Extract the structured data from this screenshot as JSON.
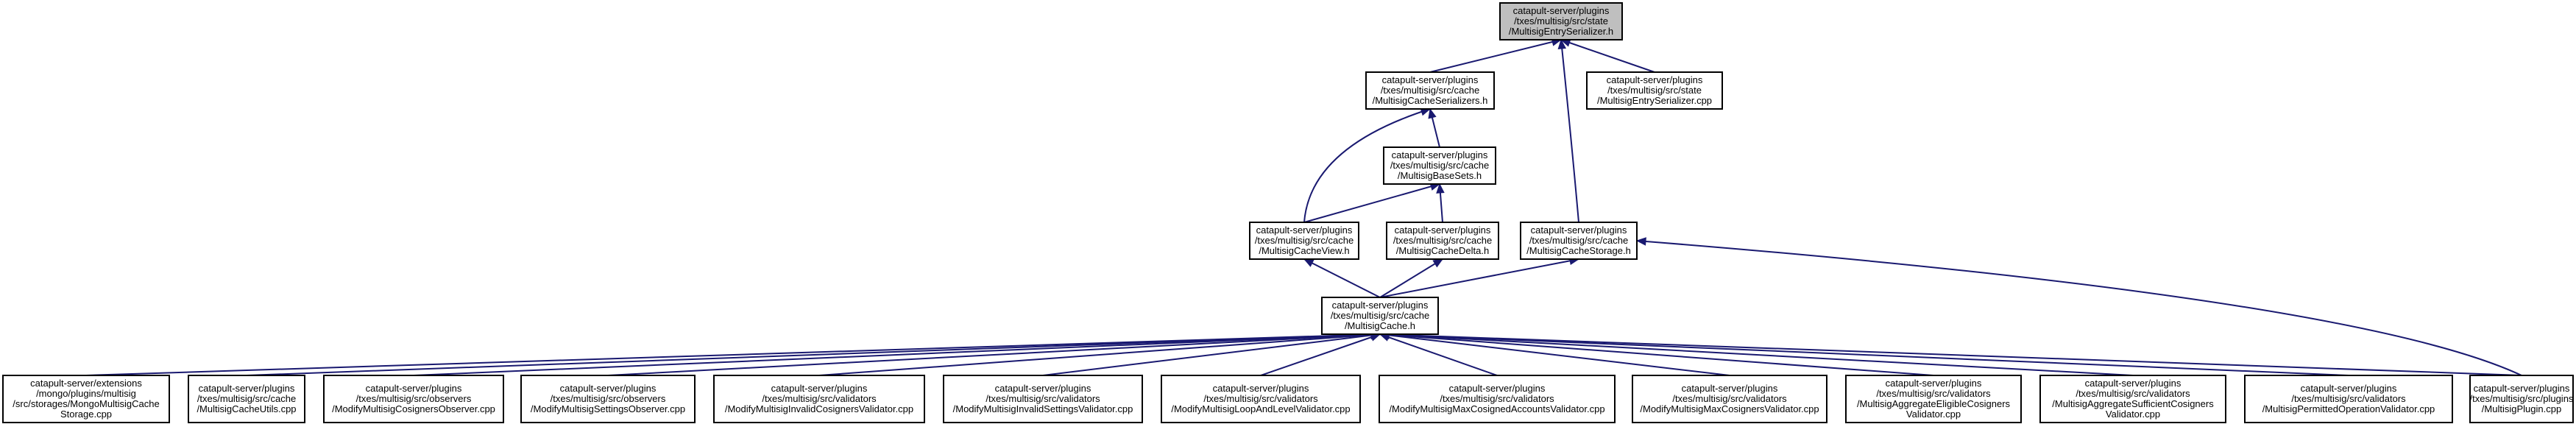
{
  "nodes": [
    {
      "id": "root",
      "lines": [
        "catapult-server/plugins",
        "/txes/multisig/src/state",
        "/MultisigEntrySerializer.h"
      ]
    },
    {
      "id": "serializers",
      "lines": [
        "catapult-server/plugins",
        "/txes/multisig/src/cache",
        "/MultisigCacheSerializers.h"
      ]
    },
    {
      "id": "entryserializer_cpp",
      "lines": [
        "catapult-server/plugins",
        "/txes/multisig/src/state",
        "/MultisigEntrySerializer.cpp"
      ]
    },
    {
      "id": "basesets",
      "lines": [
        "catapult-server/plugins",
        "/txes/multisig/src/cache",
        "/MultisigBaseSets.h"
      ]
    },
    {
      "id": "cacheview",
      "lines": [
        "catapult-server/plugins",
        "/txes/multisig/src/cache",
        "/MultisigCacheView.h"
      ]
    },
    {
      "id": "cachedelta",
      "lines": [
        "catapult-server/plugins",
        "/txes/multisig/src/cache",
        "/MultisigCacheDelta.h"
      ]
    },
    {
      "id": "cachestorage",
      "lines": [
        "catapult-server/plugins",
        "/txes/multisig/src/cache",
        "/MultisigCacheStorage.h"
      ]
    },
    {
      "id": "cache",
      "lines": [
        "catapult-server/plugins",
        "/txes/multisig/src/cache",
        "/MultisigCache.h"
      ]
    },
    {
      "id": "mongo",
      "lines": [
        "catapult-server/extensions",
        "/mongo/plugins/multisig",
        "/src/storages/MongoMultisigCache",
        "Storage.cpp"
      ]
    },
    {
      "id": "cacheutils",
      "lines": [
        "catapult-server/plugins",
        "/txes/multisig/src/cache",
        "/MultisigCacheUtils.cpp"
      ]
    },
    {
      "id": "cosignersobserver",
      "lines": [
        "catapult-server/plugins",
        "/txes/multisig/src/observers",
        "/ModifyMultisigCosignersObserver.cpp"
      ]
    },
    {
      "id": "settingsobserver",
      "lines": [
        "catapult-server/plugins",
        "/txes/multisig/src/observers",
        "/ModifyMultisigSettingsObserver.cpp"
      ]
    },
    {
      "id": "invalidcosigners",
      "lines": [
        "catapult-server/plugins",
        "/txes/multisig/src/validators",
        "/ModifyMultisigInvalidCosignersValidator.cpp"
      ]
    },
    {
      "id": "invalidsettings",
      "lines": [
        "catapult-server/plugins",
        "/txes/multisig/src/validators",
        "/ModifyMultisigInvalidSettingsValidator.cpp"
      ]
    },
    {
      "id": "loopandlevel",
      "lines": [
        "catapult-server/plugins",
        "/txes/multisig/src/validators",
        "/ModifyMultisigLoopAndLevelValidator.cpp"
      ]
    },
    {
      "id": "maxcosigned",
      "lines": [
        "catapult-server/plugins",
        "/txes/multisig/src/validators",
        "/ModifyMultisigMaxCosignedAccountsValidator.cpp"
      ]
    },
    {
      "id": "maxcosigners",
      "lines": [
        "catapult-server/plugins",
        "/txes/multisig/src/validators",
        "/ModifyMultisigMaxCosignersValidator.cpp"
      ]
    },
    {
      "id": "eligible",
      "lines": [
        "catapult-server/plugins",
        "/txes/multisig/src/validators",
        "/MultisigAggregateEligibleCosigners",
        "Validator.cpp"
      ]
    },
    {
      "id": "sufficient",
      "lines": [
        "catapult-server/plugins",
        "/txes/multisig/src/validators",
        "/MultisigAggregateSufficientCosigners",
        "Validator.cpp"
      ]
    },
    {
      "id": "permitted",
      "lines": [
        "catapult-server/plugins",
        "/txes/multisig/src/validators",
        "/MultisigPermittedOperationValidator.cpp"
      ]
    },
    {
      "id": "plugin",
      "lines": [
        "catapult-server/plugins",
        "/txes/multisig/src/plugins",
        "/MultisigPlugin.cpp"
      ]
    }
  ],
  "edges": [
    [
      "serializers",
      "root"
    ],
    [
      "entryserializer_cpp",
      "root"
    ],
    [
      "cachestorage",
      "root"
    ],
    [
      "basesets",
      "serializers"
    ],
    [
      "cacheview",
      "serializers"
    ],
    [
      "cacheview",
      "basesets"
    ],
    [
      "cachedelta",
      "basesets"
    ],
    [
      "cache",
      "cacheview"
    ],
    [
      "cache",
      "cachedelta"
    ],
    [
      "cache",
      "cachestorage"
    ],
    [
      "plugin",
      "cachestorage"
    ],
    [
      "mongo",
      "cache"
    ],
    [
      "cacheutils",
      "cache"
    ],
    [
      "cosignersobserver",
      "cache"
    ],
    [
      "settingsobserver",
      "cache"
    ],
    [
      "invalidcosigners",
      "cache"
    ],
    [
      "invalidsettings",
      "cache"
    ],
    [
      "loopandlevel",
      "cache"
    ],
    [
      "maxcosigned",
      "cache"
    ],
    [
      "maxcosigners",
      "cache"
    ],
    [
      "eligible",
      "cache"
    ],
    [
      "sufficient",
      "cache"
    ],
    [
      "permitted",
      "cache"
    ],
    [
      "plugin",
      "cache"
    ]
  ],
  "colors": {
    "root_fill": "#bfbfbf",
    "node_fill": "#ffffff",
    "border": "#000000",
    "edge": "#191970"
  }
}
